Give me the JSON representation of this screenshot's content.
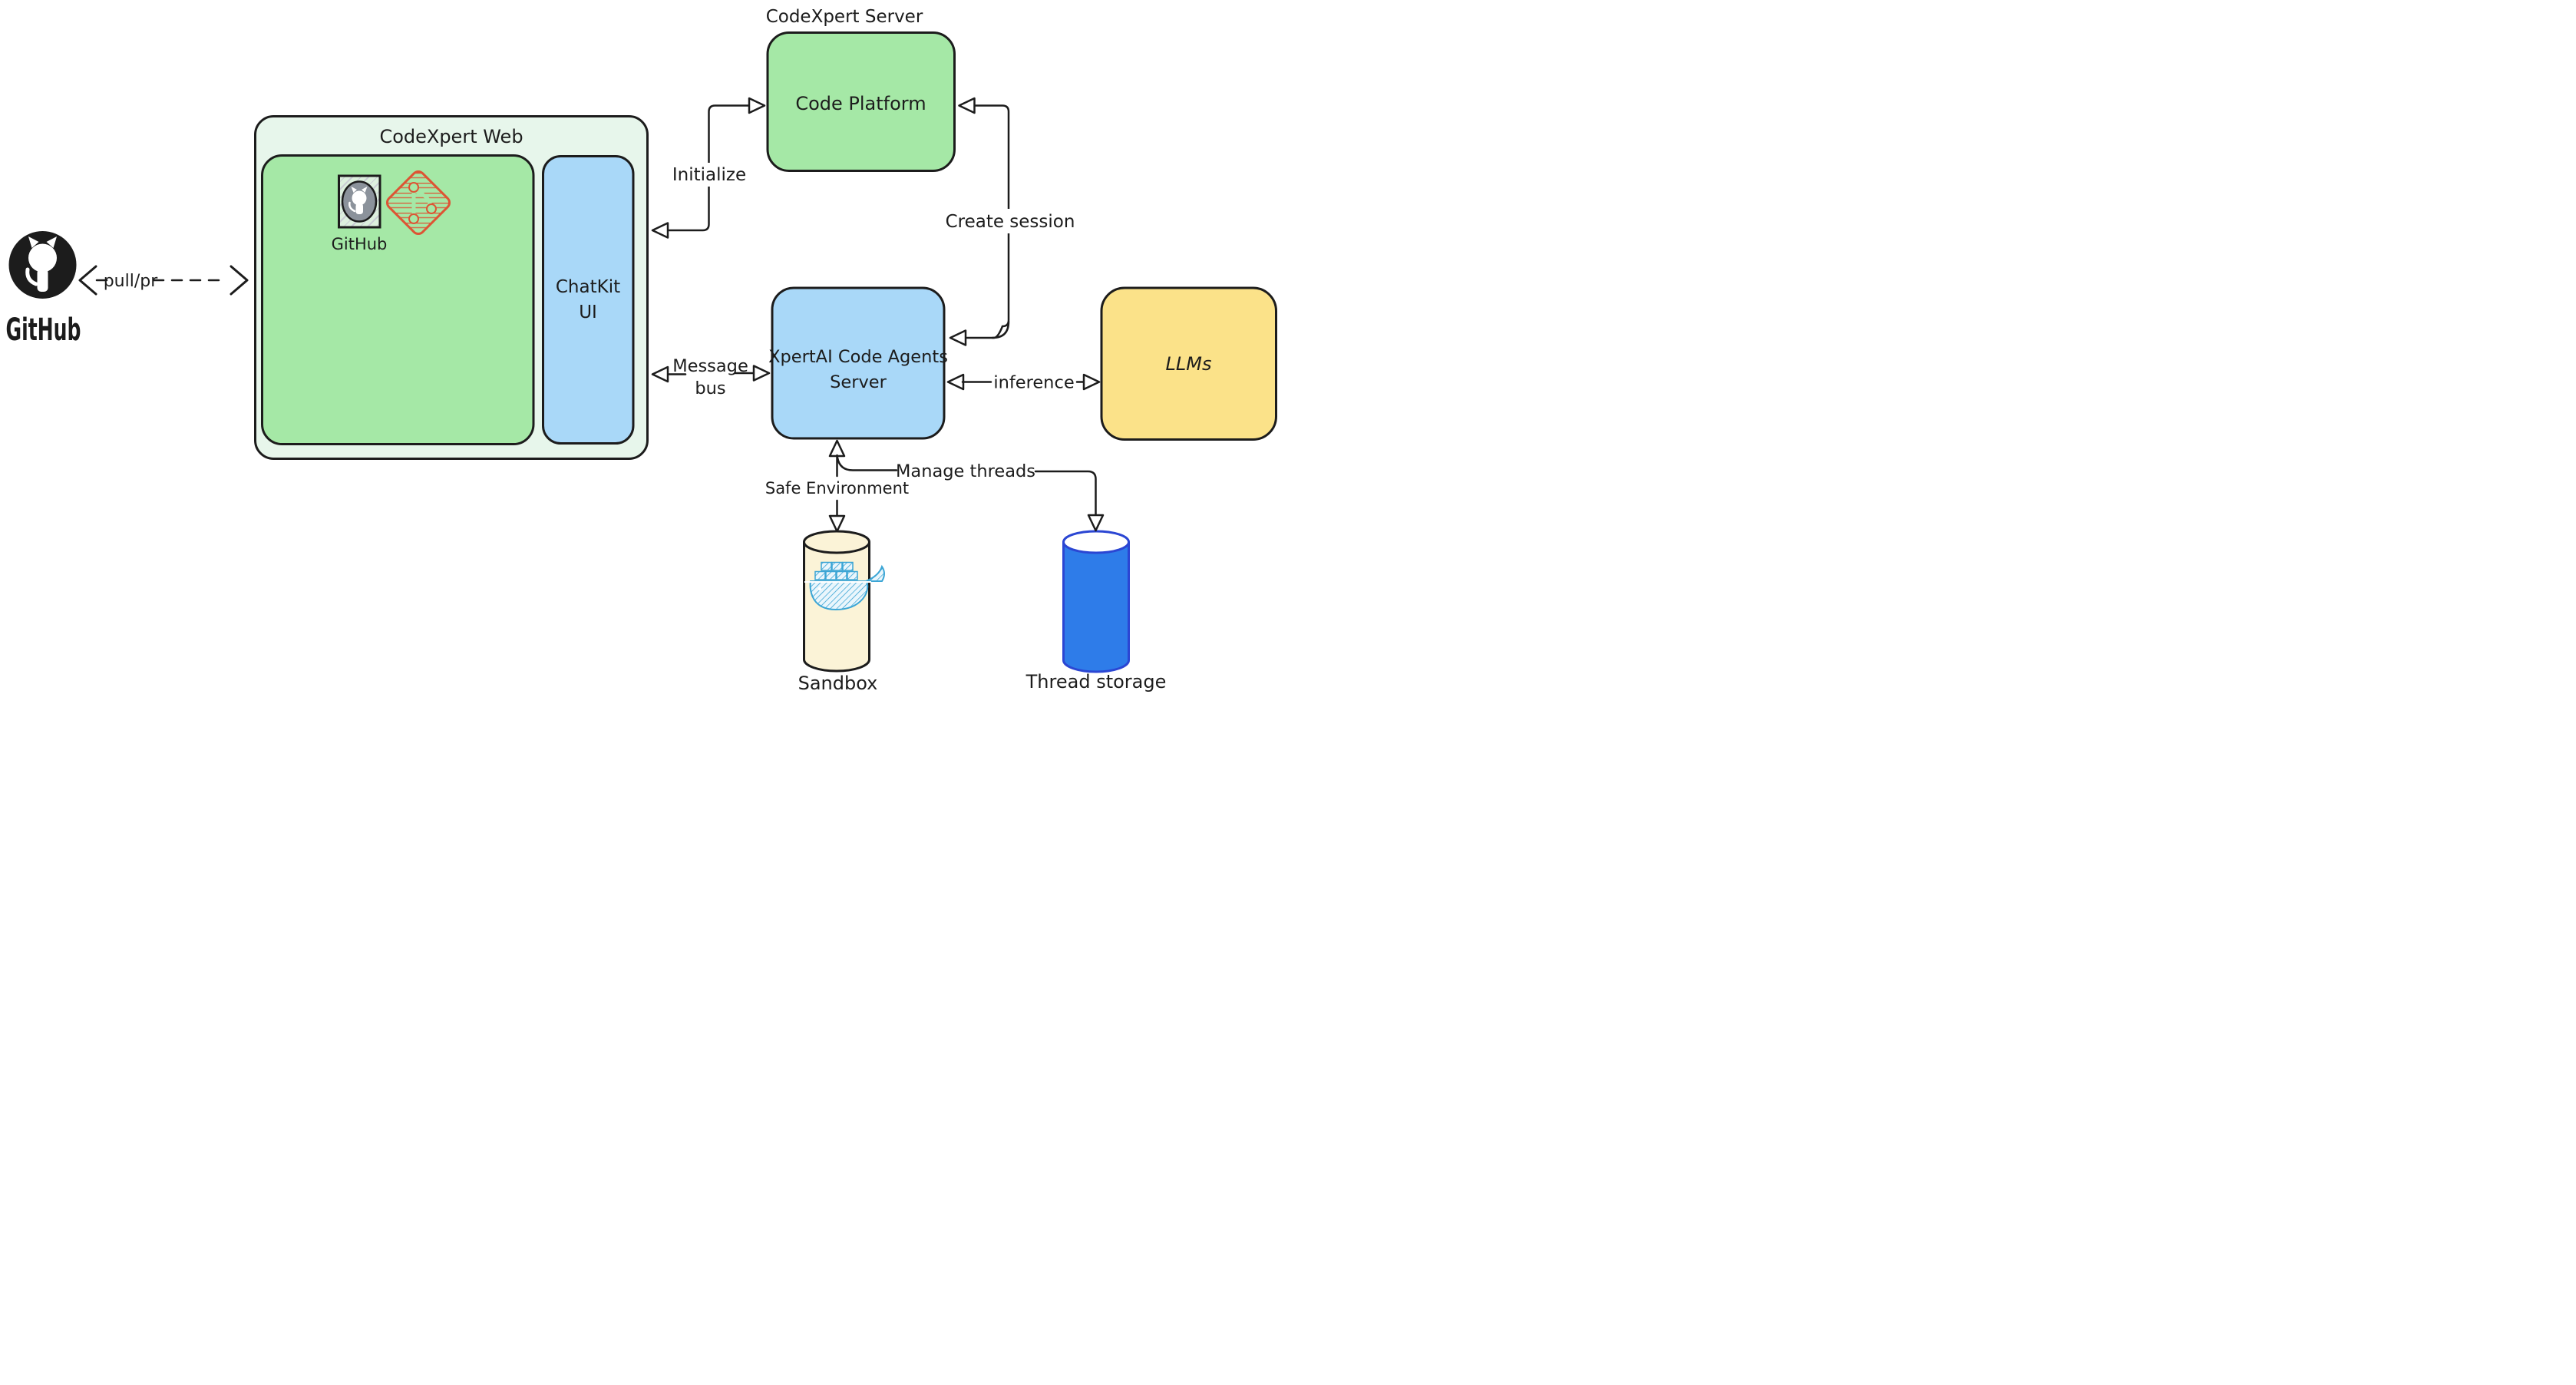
{
  "github_node": {
    "label": "GitHub"
  },
  "pull_pr": {
    "label": "pull/pr"
  },
  "codexpert_web": {
    "title": "CodeXpert Web",
    "github_icon_label": "GitHub",
    "chatkit_line1": "ChatKit",
    "chatkit_line2": "UI"
  },
  "codexpert_server": {
    "caption": "CodeXpert Server",
    "box_label": "Code Platform"
  },
  "xpertai": {
    "line1": "XpertAI Code Agents",
    "line2": "Server"
  },
  "llms": {
    "label": "LLMs"
  },
  "sandbox": {
    "label": "Sandbox"
  },
  "thread_storage": {
    "label": "Thread storage"
  },
  "edges": {
    "initialize": "Initialize",
    "create_session": "Create session",
    "message_bus_line1": "Message",
    "message_bus_line2": "bus",
    "inference": "inference",
    "safe_environment": "Safe Environment",
    "manage_threads": "Manage threads"
  },
  "colors": {
    "outer_web_fill": "#e7f6eb",
    "green_fill": "#a5e8a6",
    "blue_fill": "#a9d8f8",
    "yellow_fill": "#fbe289",
    "sandbox_fill": "#fbf3d7",
    "thread_fill": "#2e7ce9",
    "thread_stroke": "#2b46d3",
    "whale_blue": "#3ba5d5",
    "git_red": "#dd5434",
    "octocat_gray": "#8b929b",
    "ink": "#1c1c1c"
  }
}
